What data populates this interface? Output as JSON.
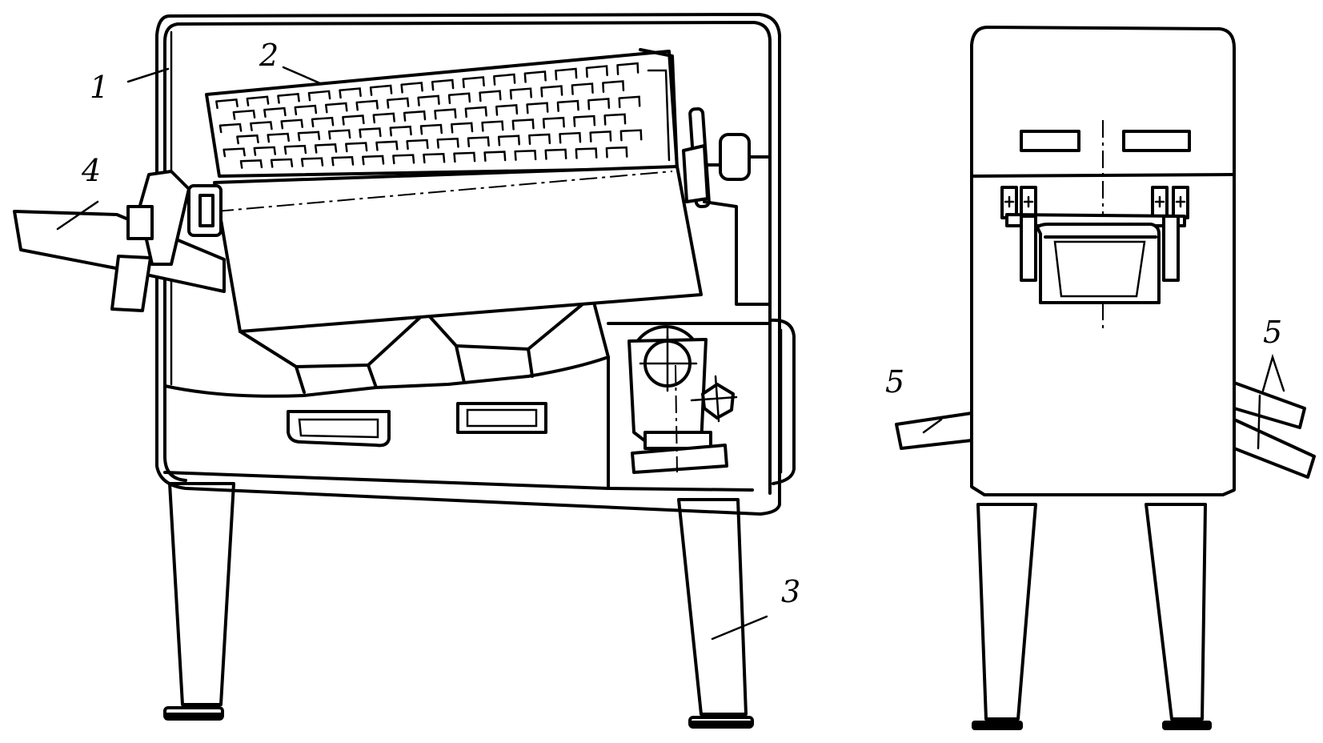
{
  "labels": {
    "housing": "1",
    "drum": "2",
    "leg": "3",
    "handle": "4",
    "side_left": "5",
    "side_right": "5"
  }
}
